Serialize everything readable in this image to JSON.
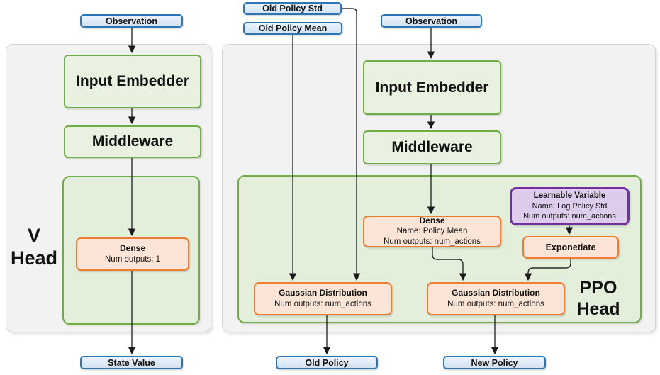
{
  "colors": {
    "blue_border": "#2e75b6",
    "green_border": "#70ad47",
    "green_fill": "#e9f2e0",
    "green_container_fill": "#e3efda",
    "orange_border": "#ed7d31",
    "orange_fill": "#fce4d6",
    "purple_border": "#7030a0",
    "purple_fill": "#ddccec",
    "panel_fill": "#f2f2f2",
    "panel_border": "#d4d4d4"
  },
  "v": {
    "label1": "V",
    "label2": "Head",
    "observation": "Observation",
    "input_embedder": "Input Embedder",
    "middleware": "Middleware",
    "dense": {
      "title": "Dense",
      "outputs": "Num outputs: 1"
    },
    "output": "State Value"
  },
  "ppo": {
    "label1": "PPO",
    "label2": "Head",
    "old_policy_std": "Old Policy Std",
    "old_policy_mean": "Old Policy Mean",
    "observation": "Observation",
    "input_embedder": "Input Embedder",
    "middleware": "Middleware",
    "dense": {
      "title": "Dense",
      "name": "Name: Policy Mean",
      "outputs": "Num outputs: num_actions"
    },
    "learnable": {
      "title": "Learnable Variable",
      "name": "Name: Log Policy Std",
      "outputs": "Num outputs: num_actions"
    },
    "exponetiate": "Exponetiate",
    "gaussian_old": {
      "title": "Gaussian Distribution",
      "outputs": "Num outputs: num_actions"
    },
    "gaussian_new": {
      "title": "Gaussian Distribution",
      "outputs": "Num outputs: num_actions"
    },
    "old_policy_output": "Old Policy",
    "new_policy_output": "New Policy"
  }
}
